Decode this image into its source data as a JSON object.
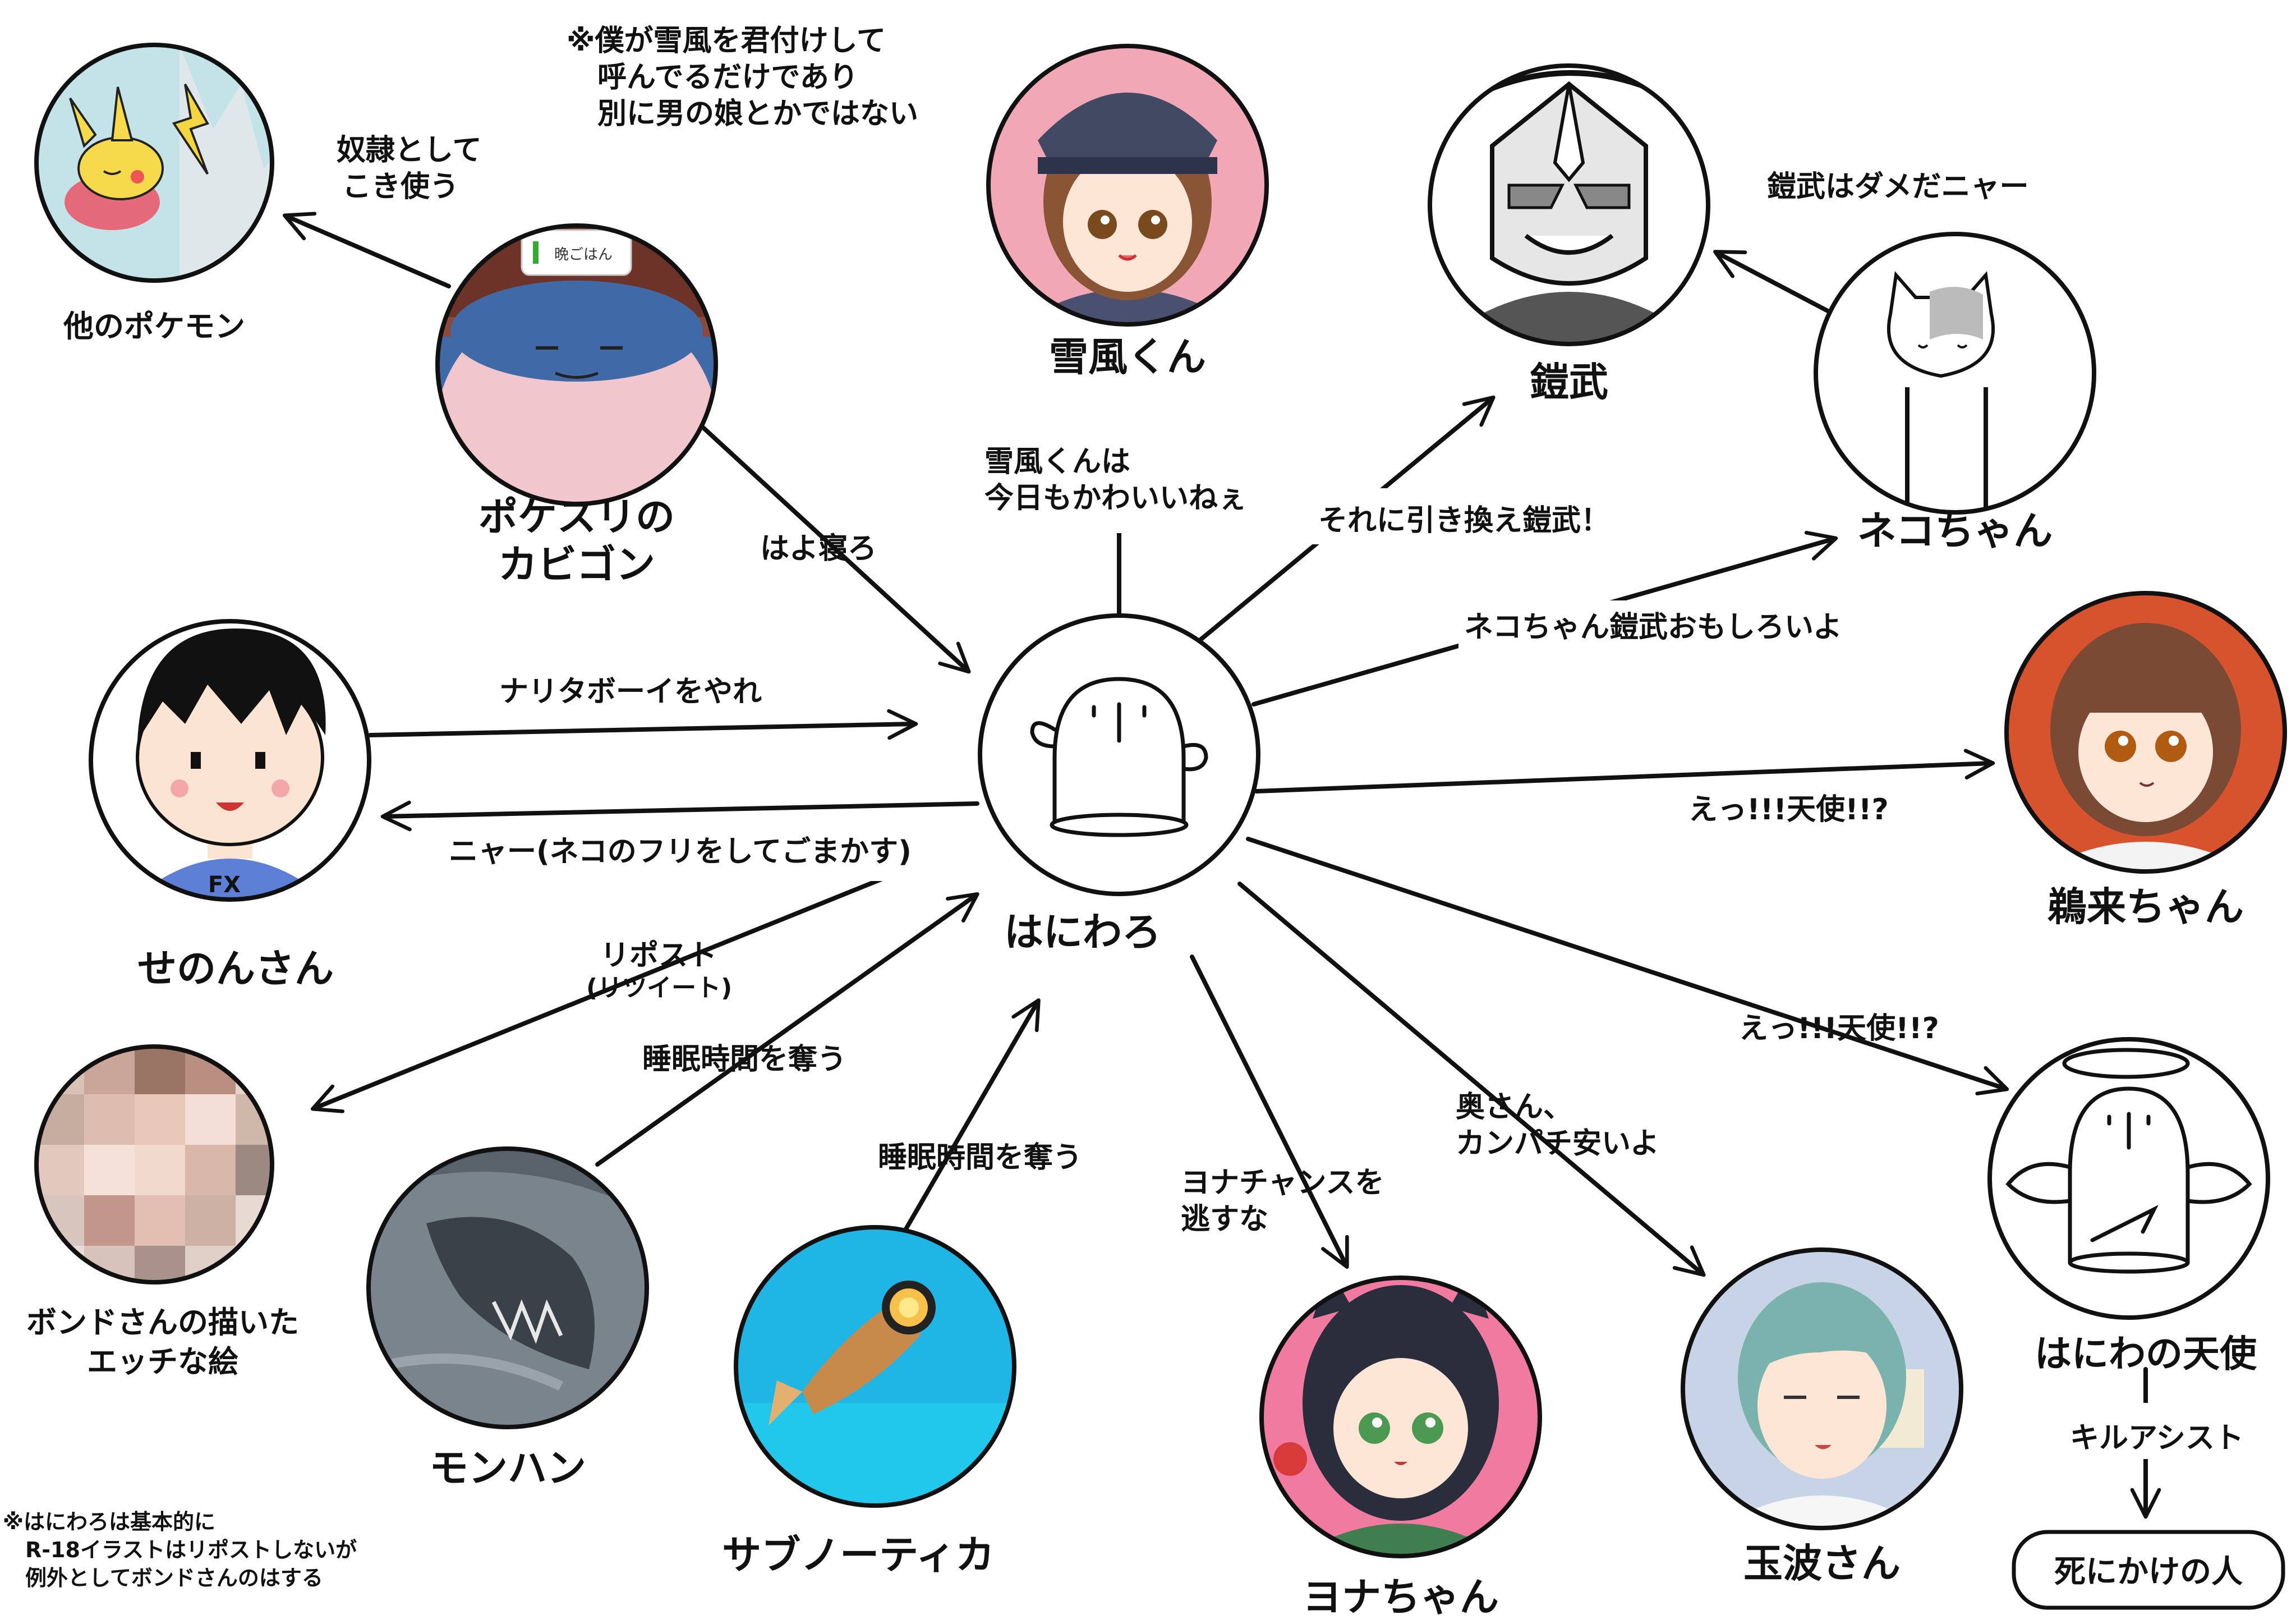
{
  "nodes": {
    "haniwaro": {
      "label": "はにわろ",
      "icon": "haniwa-icon"
    },
    "other_pokemon": {
      "label": "他のポケモン",
      "icon": "pikachu-icon"
    },
    "snorlax": {
      "label_line1": "ポケスリの",
      "label_line2": "カビゴン",
      "icon": "snorlax-icon",
      "bubble": "晩ごはん"
    },
    "yukikaze": {
      "label": "雪風くん",
      "icon": "yukikaze-avatar"
    },
    "gaim": {
      "label": "鎧武",
      "icon": "gaim-mask-icon"
    },
    "neko": {
      "label": "ネコちゃん",
      "icon": "cat-icon"
    },
    "senon": {
      "label": "せのんさん",
      "icon": "senon-avatar",
      "shirt_text": "FX"
    },
    "uraku": {
      "label": "鵜来ちゃん",
      "icon": "uraku-avatar"
    },
    "bond_art": {
      "label_line1": "ボンドさんの描いた",
      "label_line2": "エッチな絵",
      "icon": "pixelated-image-icon"
    },
    "monhan": {
      "label": "モンハン",
      "icon": "monster-icon"
    },
    "subnautica": {
      "label": "サブノーティカ",
      "icon": "fish-icon"
    },
    "yona": {
      "label": "ヨナちゃん",
      "icon": "yona-avatar"
    },
    "tamanami": {
      "label": "玉波さん",
      "icon": "tamanami-avatar"
    },
    "haniwa_angel": {
      "label": "はにわの天使",
      "icon": "haniwa-angel-icon"
    },
    "dying": {
      "label": "死にかけの人"
    }
  },
  "edges": {
    "snorlax_to_other": {
      "line1": "奴隷として",
      "line2": "こき使う"
    },
    "snorlax_to_haniwaro": {
      "line1": "はよ寝ろ"
    },
    "haniwaro_to_yukikaze": {
      "line1": "雪風くんは",
      "line2": "今日もかわいいねぇ"
    },
    "haniwaro_to_gaim": {
      "line1": "それに引き換え鎧武！"
    },
    "neko_to_gaim": {
      "line1": "鎧武はダメだニャー"
    },
    "haniwaro_to_neko": {
      "line1": "ネコちゃん鎧武おもしろいよ"
    },
    "senon_to_haniwaro": {
      "line1": "ナリタボーイをやれ"
    },
    "haniwaro_to_senon": {
      "line1": "ニャー(ネコのフリをしてごまかす)"
    },
    "haniwaro_to_uraku": {
      "line1": "えっ!!!天使!!?"
    },
    "haniwaro_to_bond": {
      "line1": "リポスト",
      "line2": "(リツイート)"
    },
    "monhan_to_haniwaro": {
      "line1": "睡眠時間を奪う"
    },
    "subnautica_to_haniwaro": {
      "line1": "睡眠時間を奪う"
    },
    "haniwaro_to_yona": {
      "line1": "ヨナチャンスを",
      "line2": "逃すな"
    },
    "haniwaro_to_tamanami": {
      "line1": "奥さん、",
      "line2": "カンパチ安いよ"
    },
    "haniwaro_to_angel": {
      "line1": "えっ!!!天使!!?"
    },
    "angel_to_dying": {
      "line1": "キルアシスト"
    }
  },
  "notes": {
    "yukikaze_note": {
      "line1": "※僕が雪風を君付けして",
      "line2": "呼んでるだけであり",
      "line3": "別に男の娘とかではない"
    },
    "repost_note": {
      "line1": "※はにわろは基本的に",
      "line2": "R-18イラストはリポストしないが",
      "line3": "例外としてボンドさんのはする"
    }
  },
  "colors": {
    "ink": "#111111",
    "yukikaze_bg": "#f2a7b6",
    "uraku_bg": "#d6532d",
    "yona_bg": "#f07aa0",
    "tamanami_bg": "#c7d3e6",
    "subnautica_bg": "#1fb6e6",
    "monhan_bg": "#59626b",
    "snorlax_bg": "#8b4a3c",
    "pikachu_bg": "#bfe1e6"
  }
}
